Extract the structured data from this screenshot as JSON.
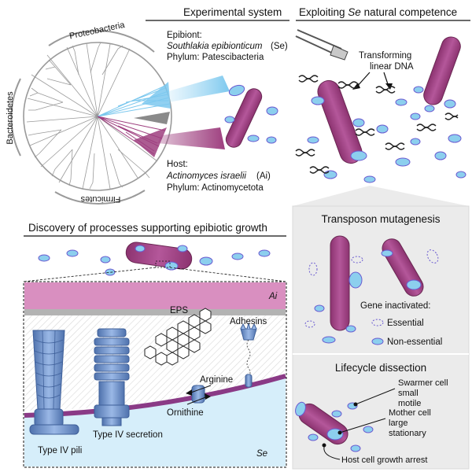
{
  "panels": {
    "experimental": {
      "title": "Experimental system",
      "epibiont_heading": "Epibiont:",
      "epibiont_name": "Southlakia epibionticum",
      "epibiont_abbr": "(Se)",
      "epibiont_phylum": "Phylum: Patescibacteria",
      "host_heading": "Host:",
      "host_name": "Actinomyces israelii",
      "host_abbr": "(Ai)",
      "host_phylum": "Phylum: Actinomycetota",
      "tree_labels": [
        "Proteobacteria",
        "Bacteroidetes",
        "Firmicutes"
      ]
    },
    "competence": {
      "title_prefix": "Exploiting ",
      "title_italic": "Se",
      "title_suffix": " natural competence",
      "dna_label_line1": "Transforming",
      "dna_label_line2": "linear DNA"
    },
    "discovery": {
      "title": "Discovery of processes supporting epibiotic growth",
      "host_band_label": "Ai",
      "epibiont_label": "Se",
      "features": [
        "EPS",
        "Adhesins",
        "Arginine",
        "Ornithine",
        "Type IV secretion",
        "Type IV pili"
      ]
    },
    "transposon": {
      "title": "Transposon mutagenesis",
      "legend_title": "Gene inactivated:",
      "legend_essential": "Essential",
      "legend_nonessential": "Non-essential"
    },
    "lifecycle": {
      "title": "Lifecycle dissection",
      "swarmer_line1": "Swarmer cell",
      "swarmer_line2": "small",
      "swarmer_line3": "motile",
      "mother_line1": "Mother cell",
      "mother_line2": "large",
      "mother_line3": "stationary",
      "arrest": "Host cell growth arrest"
    }
  },
  "colors": {
    "host": "#9e3f7f",
    "host_band": "#d98fc0",
    "epibiont": "#8ccfee",
    "epibiont_outline": "#6a5ad0",
    "tree_blue": "#7cc8ee",
    "tree_magenta": "#9e3f7f",
    "machine_blue": "#6c8fc7",
    "panel_gray": "#ebebeb"
  }
}
